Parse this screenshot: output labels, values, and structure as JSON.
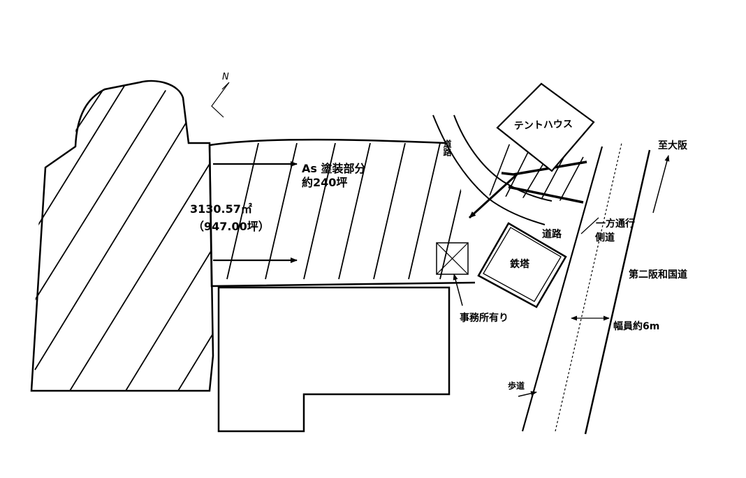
{
  "labels": {
    "north": "N",
    "tent_house": "テントハウス",
    "to_osaka": "至大阪",
    "road_vertical": "道路",
    "as_paved": "As 塗装部分",
    "about_240": "約240坪",
    "area": "3130.57㎡",
    "area_tsubo": "（947.00坪）",
    "one_way": "一方通行",
    "side_road": "側道",
    "road": "道路",
    "tower": "鉄塔",
    "national_route": "第二阪和国道",
    "office": "事務所有り",
    "width": "幅員約6m",
    "sidewalk": "歩道"
  },
  "colors": {
    "line": "#000000",
    "background": "#ffffff"
  }
}
